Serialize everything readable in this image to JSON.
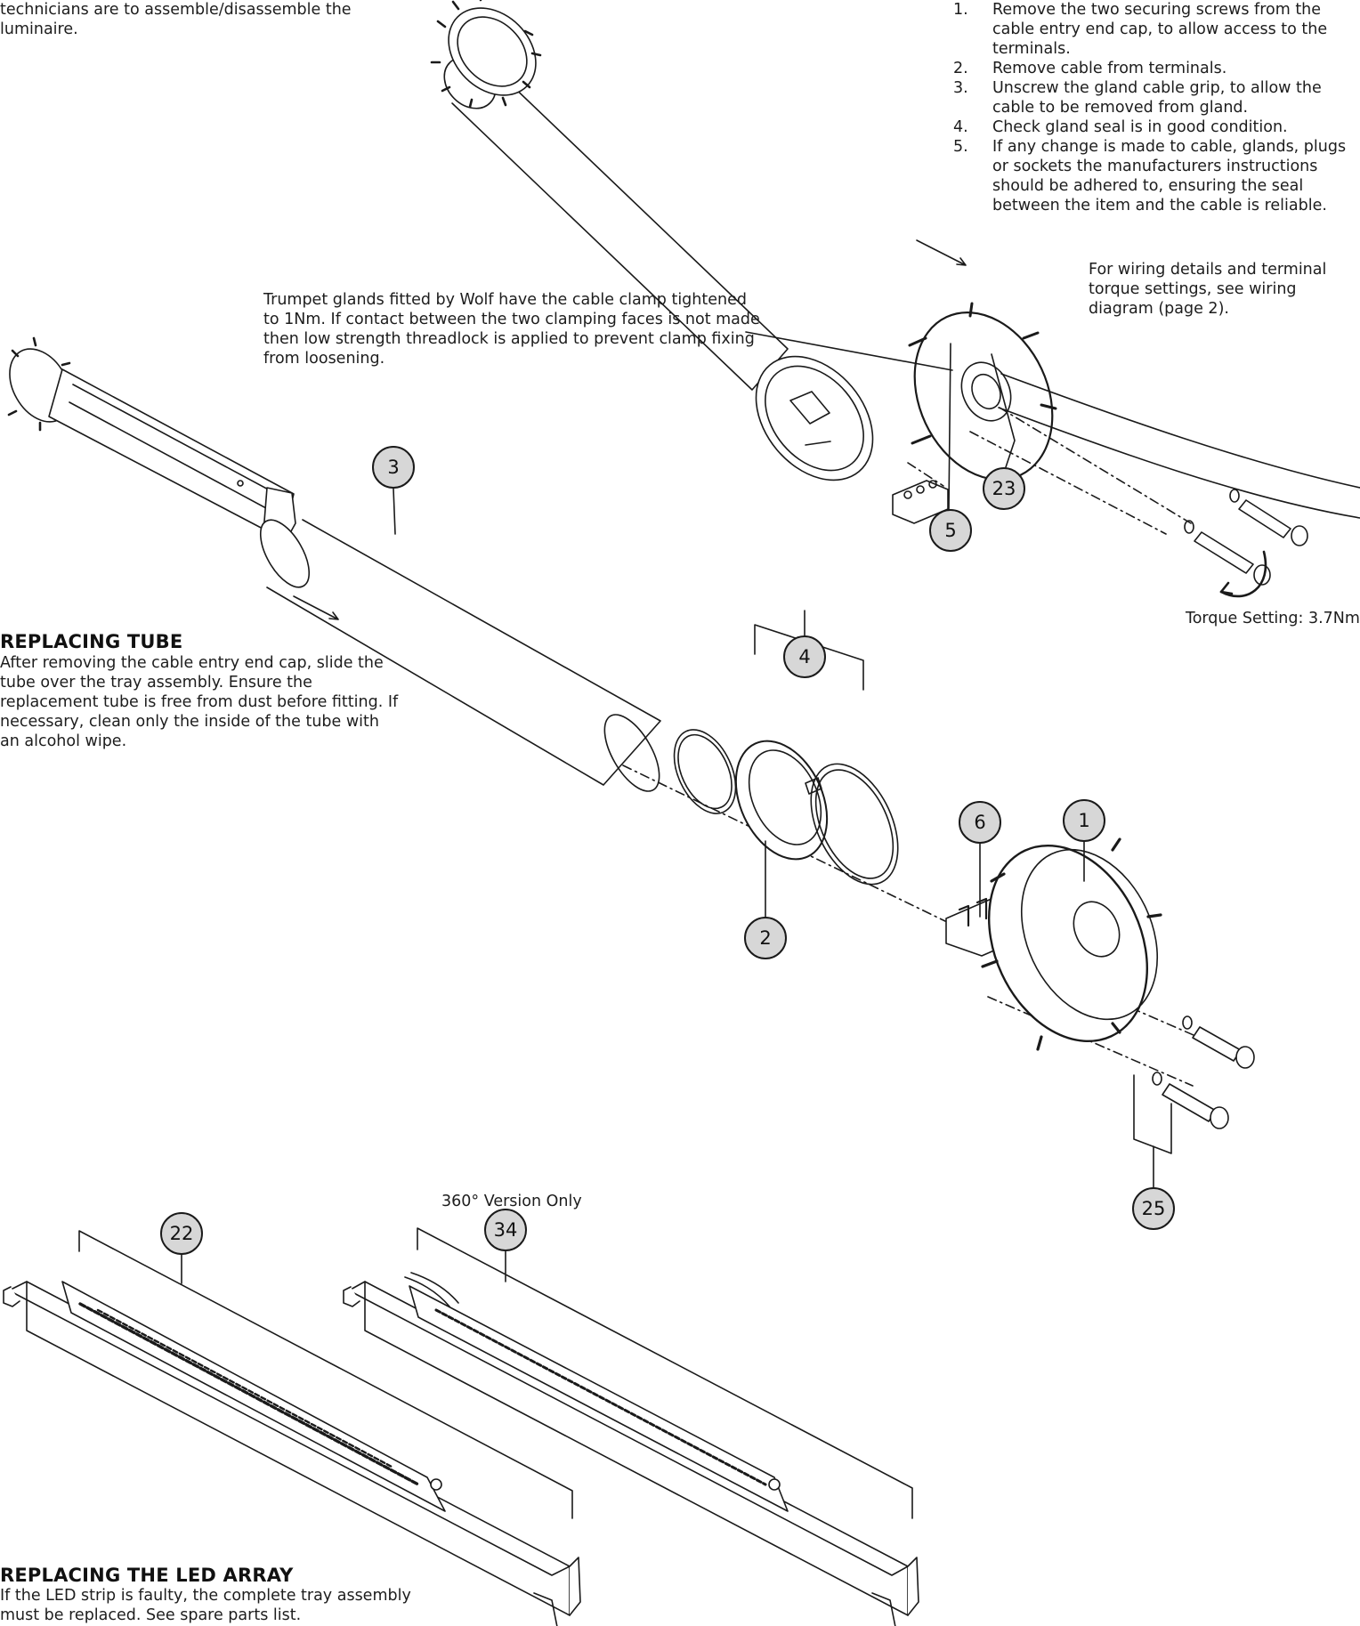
{
  "intro": {
    "line1": "technicians are to assemble/disassemble the",
    "line2": "luminaire."
  },
  "cable_steps": [
    {
      "num": "1.",
      "text": "Remove the two securing screws from the cable entry end cap, to allow access to the terminals."
    },
    {
      "num": "2.",
      "text": "Remove cable from terminals."
    },
    {
      "num": "3.",
      "text": "Unscrew the gland cable grip, to allow the cable to be removed from gland."
    },
    {
      "num": "4.",
      "text": "Check gland seal is in good condition."
    },
    {
      "num": "5.",
      "text": "If any change is made to cable, glands, plugs or sockets the manufacturers instructions should be adhered to, ensuring the seal between the item and the cable is reliable."
    }
  ],
  "wiring_note": "For wiring details and terminal torque settings, see wiring diagram (page 2).",
  "trumpet_note": "Trumpet glands fitted by Wolf have the cable clamp tightened to 1Nm. If contact between the two clamping faces is not made then low strength threadlock is applied to prevent clamp fixing from loosening.",
  "torque_label": "Torque Setting: 3.7Nm",
  "tube_section": {
    "heading": "REPLACING TUBE",
    "body": "After removing the cable entry end cap, slide the tube over the tray assembly. Ensure the replacement tube is free from dust before fitting. If necessary, clean only the inside of the tube with an alcohol wipe."
  },
  "version_note": "360° Version Only",
  "led_section": {
    "heading": "REPLACING THE LED ARRAY",
    "body": "If the LED strip is faulty, the complete tray assembly must be replaced. See spare parts list."
  },
  "callouts": {
    "c1": "1",
    "c2": "2",
    "c3": "3",
    "c4": "4",
    "c5": "5",
    "c6": "6",
    "c22": "22",
    "c23": "23",
    "c25": "25",
    "c34": "34"
  },
  "colors": {
    "line": "#1a1a1a",
    "callout_fill": "#d7d7d7",
    "part_fill": "#ffffff",
    "part_dark": "#2a2a2a"
  }
}
